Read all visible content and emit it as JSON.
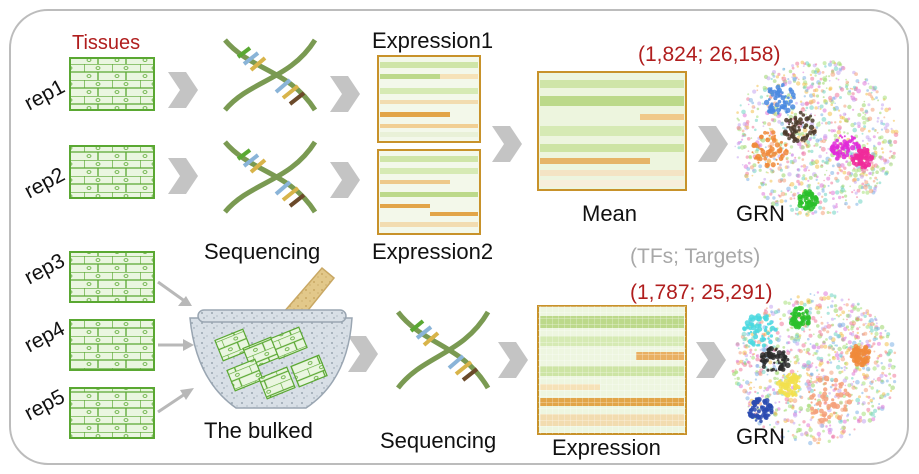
{
  "labels": {
    "tissues": "Tissues",
    "rep1": "rep1",
    "rep2": "rep2",
    "rep3": "rep3",
    "rep4": "rep4",
    "rep5": "rep5",
    "sequencing_top": "Sequencing",
    "sequencing_bottom": "Sequencing",
    "expression1": "Expression1",
    "expression2": "Expression2",
    "mean": "Mean",
    "expression": "Expression",
    "the_bulked": "The bulked",
    "grn_top": "GRN",
    "grn_bottom": "GRN",
    "counts_top": "(1,824; 26,158)",
    "tfs_targets": "(TFs; Targets)",
    "counts_bottom": "(1,787; 25,291)"
  },
  "colors": {
    "accent_red": "#b01e1e",
    "gray_text": "#a8a8a8",
    "tissue_green": "#5aa832",
    "arrow_gray": "#c4c4c4",
    "heatmap_border": "#c8922a"
  }
}
